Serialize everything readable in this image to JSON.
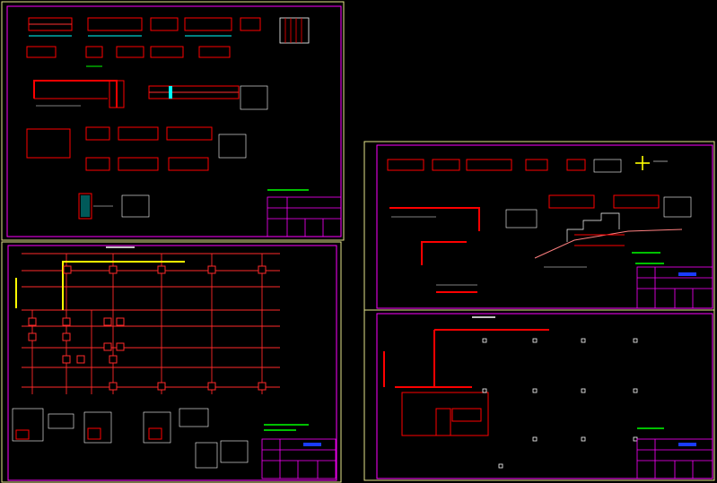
{
  "colors": {
    "background": "#000000",
    "sheet_border_outer": "#e6e68c",
    "sheet_border_inner": "#ff00ff",
    "rebar": "#ff0000",
    "dimension": "#ffffff",
    "label": "#00ffff",
    "highlight": "#ffff00",
    "note": "#00ff00",
    "title_fill": "#1a3cff",
    "grid": "#ff2a2a"
  },
  "sheets": [
    {
      "id": "beam-details-1",
      "has_title_block": true
    },
    {
      "id": "foundation-plan",
      "has_title_block": true
    },
    {
      "id": "beam-details-2-stair-section",
      "has_title_block": true
    },
    {
      "id": "slab-plan",
      "has_title_block": true
    }
  ],
  "icons": {
    "column_marker": "square-dot-icon",
    "section_marker": "cut-marker-icon"
  }
}
